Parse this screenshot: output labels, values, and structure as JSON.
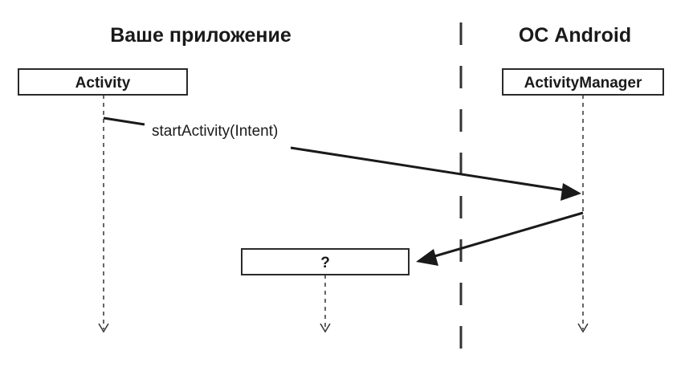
{
  "headings": {
    "app_side": "Ваше приложение",
    "os_side": "ОС Android"
  },
  "boxes": {
    "activity": "Activity",
    "activity_manager": "ActivityManager",
    "unknown": "?"
  },
  "messages": {
    "start_activity": "startActivity(Intent)"
  }
}
